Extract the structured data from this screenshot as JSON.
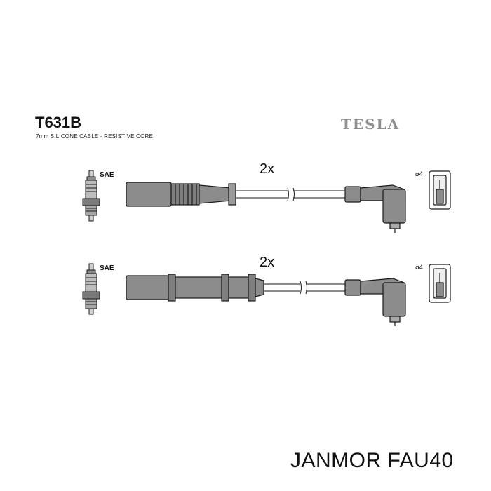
{
  "header": {
    "part_code": "T631B",
    "spec": "7mm SILICONE CABLE - RESISTIVE CORE",
    "brand": "TESLA"
  },
  "leads": [
    {
      "quantity": "2x",
      "plug_standard": "SAE",
      "terminal": "ø4"
    },
    {
      "quantity": "2x",
      "plug_standard": "SAE",
      "terminal": "ø4"
    }
  ],
  "footer": {
    "product": "JANMOR FAU40"
  },
  "colors": {
    "part_fill": "#8c8c8c",
    "outline": "#1a1a1a",
    "logo": "#8f8f8f"
  }
}
